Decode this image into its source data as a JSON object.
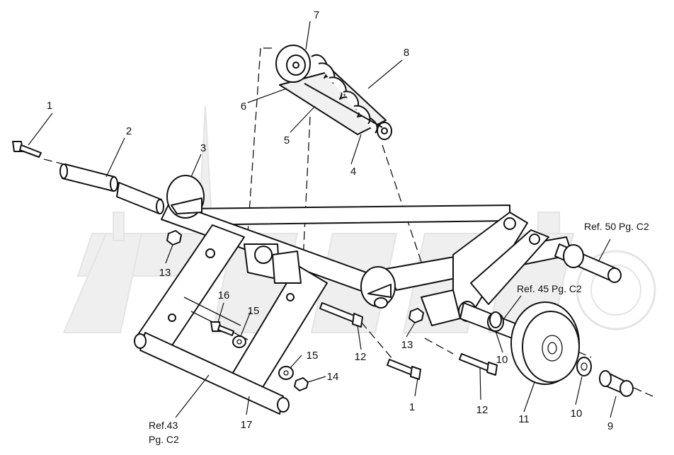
{
  "callouts": [
    {
      "id": "c1a",
      "text": "1"
    },
    {
      "id": "c2",
      "text": "2"
    },
    {
      "id": "c3",
      "text": "3"
    },
    {
      "id": "c4",
      "text": "4"
    },
    {
      "id": "c5",
      "text": "5"
    },
    {
      "id": "c6",
      "text": "6"
    },
    {
      "id": "c7",
      "text": "7"
    },
    {
      "id": "c8",
      "text": "8"
    },
    {
      "id": "c9",
      "text": "9"
    },
    {
      "id": "c10a",
      "text": "10"
    },
    {
      "id": "c10b",
      "text": "10"
    },
    {
      "id": "c11",
      "text": "11"
    },
    {
      "id": "c12a",
      "text": "12"
    },
    {
      "id": "c12b",
      "text": "12"
    },
    {
      "id": "c13a",
      "text": "13"
    },
    {
      "id": "c13b",
      "text": "13"
    },
    {
      "id": "c14",
      "text": "14"
    },
    {
      "id": "c15a",
      "text": "15"
    },
    {
      "id": "c15b",
      "text": "15"
    },
    {
      "id": "c16",
      "text": "16"
    },
    {
      "id": "c17",
      "text": "17"
    },
    {
      "id": "c1b",
      "text": "1"
    }
  ],
  "references": {
    "ref50": "Ref. 50 Pg. C2",
    "ref45": "Ref. 45 Pg. C2",
    "ref43_line1": "Ref.43",
    "ref43_line2": "Pg. C2"
  },
  "watermark": {
    "text": "ARIPARTS"
  }
}
